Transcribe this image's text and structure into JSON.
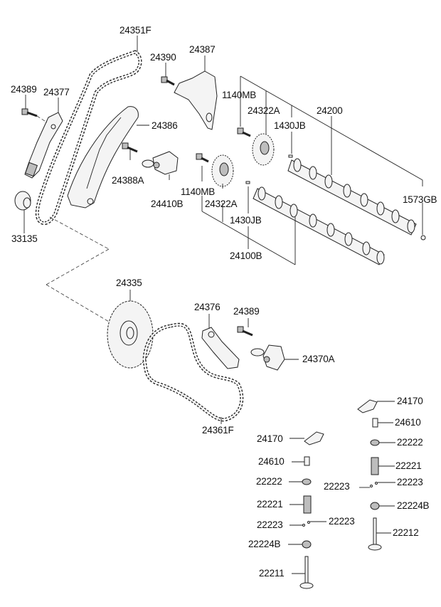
{
  "diagram": {
    "title": "Camshaft & Valve / Timing Chain exploded parts diagram",
    "labels": {
      "p24351F": "24351F",
      "p24390": "24390",
      "p24387": "24387",
      "p24389_top": "24389",
      "p24377": "24377",
      "p1140MB_top": "1140MB",
      "p24322A_top": "24322A",
      "p24200": "24200",
      "p24386": "24386",
      "p1430JB_top": "1430JB",
      "p24388A": "24388A",
      "p24410B": "24410B",
      "p1140MB_bot": "1140MB",
      "p24322A_bot": "24322A",
      "p1573GB": "1573GB",
      "p33135": "33135",
      "p1430JB_bot": "1430JB",
      "p24100B": "24100B",
      "p24335": "24335",
      "p24376": "24376",
      "p24389_bot": "24389",
      "p24370A": "24370A",
      "p24361F": "24361F",
      "p24170_right": "24170",
      "p24610_right": "24610",
      "p24170_left": "24170",
      "p22222_right": "22222",
      "p24610_left": "24610",
      "p22221_right": "22221",
      "p22222_left": "22222",
      "p22223_mid": "22223",
      "p22223_right": "22223",
      "p22224B_right": "22224B",
      "p22221_left": "22221",
      "p22223_left": "22223",
      "p22223_left2": "22223",
      "p22212": "22212",
      "p22224B_left": "22224B",
      "p22211": "22211"
    }
  }
}
